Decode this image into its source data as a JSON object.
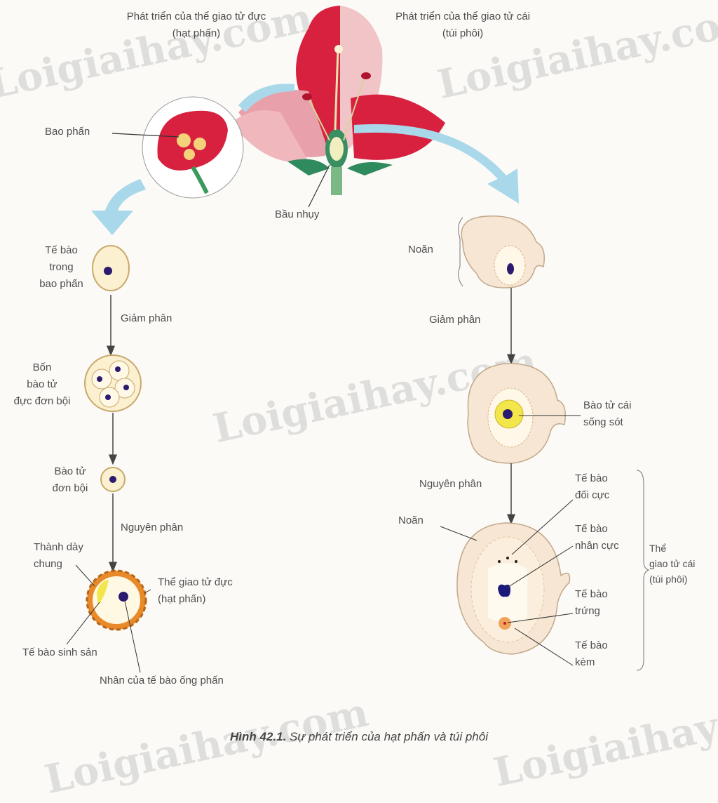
{
  "title": {
    "male": [
      "Phát triển của thể giao tử đực",
      "(hạt phấn)"
    ],
    "female": [
      "Phát triển của thể giao tử cái",
      "(túi phôi)"
    ]
  },
  "labels": {
    "bao_phan": "Bao phấn",
    "bau_nhuy": "Bầu nhụy",
    "te_bao_trong_bao_phan": [
      "Tế bào",
      "trong",
      "bao phấn"
    ],
    "giam_phan_left": "Giảm phân",
    "bon_bao_tu": [
      "Bốn",
      "bào tử",
      "đực đơn bội"
    ],
    "bao_tu_don_boi": [
      "Bào tử",
      "đơn bội"
    ],
    "nguyen_phan_left": "Nguyên phân",
    "thanh_day_chung": [
      "Thành dày",
      "chung"
    ],
    "the_giao_tu_duc": [
      "Thể giao tử đực",
      "(hạt phấn)"
    ],
    "te_bao_sinh_san": "Tế bào sinh sản",
    "nhan_te_bao_ong_phan": "Nhân của tế bào ống phấn",
    "noan_top": "Noãn",
    "giam_phan_right": "Giảm phân",
    "bao_tu_cai": [
      "Bào tử cái",
      "sống sót"
    ],
    "nguyen_phan_right": "Nguyên phân",
    "noan_bottom": "Noãn",
    "te_bao_doi_cuc": [
      "Tế bào",
      "đối cực"
    ],
    "te_bao_nhan_cuc": [
      "Tế bào",
      "nhân cực"
    ],
    "the_giao_tu_cai": [
      "Thể",
      "giao tử cái",
      "(túi phôi)"
    ],
    "te_bao_trung": [
      "Tế bào",
      "trứng"
    ],
    "te_bao_kem": [
      "Tế bào",
      "kèm"
    ]
  },
  "caption": {
    "number": "Hình 42.1.",
    "text": " Sự phát triển của hạt phấn và túi phôi"
  },
  "watermark": "Loigiaihay.com",
  "colors": {
    "petal": "#d8203f",
    "arrow": "#a9d8ea",
    "nucleus": "#2b1a6e",
    "spore_yellow": "#f2e64a"
  }
}
